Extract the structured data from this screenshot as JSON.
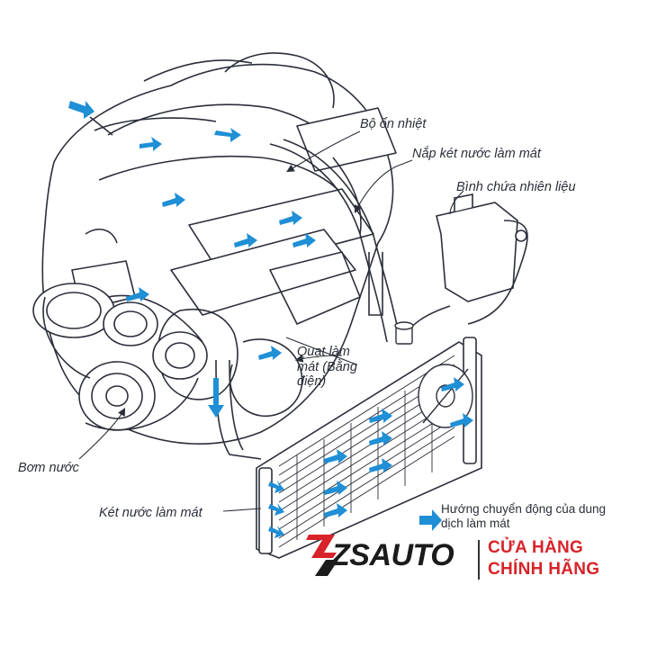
{
  "labels": {
    "thermostat": "Bộ ổn nhiệt",
    "radiator_cap": "Nắp két nước làm mát",
    "reservoir": "Bình chứa nhiên liệu",
    "cooling_fan": "Quạt làm mát (Bằng điện)",
    "water_pump": "Bơm nước",
    "radiator": "Két nước làm mát"
  },
  "legend": {
    "icon": "blue-arrow-icon",
    "text": "Hướng chuyển động của dung dịch làm mát"
  },
  "brand": {
    "logo_text": "ZSAUTO",
    "tagline_1": "CỬA HÀNG",
    "tagline_2": "CHÍNH HÃNG"
  },
  "colors": {
    "line": "#2b2f3a",
    "flow_arrow": "#1f8fd6",
    "brand_red": "#d8232a",
    "brand_dark": "#1b1b1b"
  }
}
